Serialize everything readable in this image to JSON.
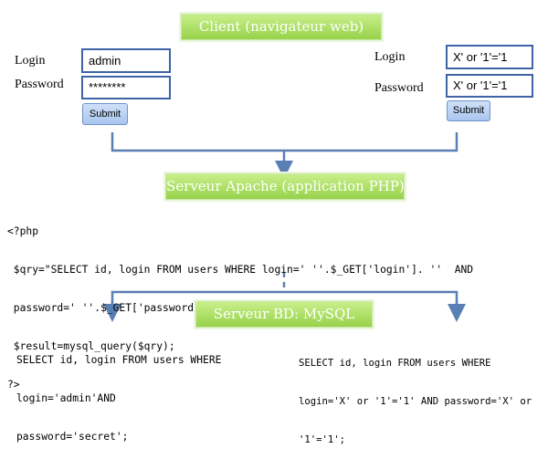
{
  "client": {
    "title": "Client (navigateur web)",
    "left_form": {
      "login_label": "Login",
      "password_label": "Password",
      "login_value": "admin",
      "password_value": "********",
      "submit_label": "Submit"
    },
    "right_form": {
      "login_label": "Login",
      "password_label": "Password",
      "login_value": "X' or '1'='1",
      "password_value": "X' or '1'='1",
      "submit_label": "Submit"
    }
  },
  "server": {
    "title": "Serveur Apache (application PHP)",
    "code_lines": [
      "<?php",
      " $qry=\"SELECT id, login FROM users WHERE login=' ''.$_GET['login']. ''  AND",
      " password=' ''.$_GET['password'])).\" ' \";",
      " $result=mysql_query($qry);",
      "?>"
    ]
  },
  "database": {
    "title": "Serveur BD: MySQL",
    "left_query": [
      "SELECT id, login FROM users WHERE",
      "login='admin'AND",
      "password='secret';"
    ],
    "right_query": [
      "SELECT id, login FROM users WHERE",
      "login='X' or '1'='1' AND password='X' or",
      "'1'='1';"
    ]
  },
  "colors": {
    "banner_green": "#97d24a",
    "field_border": "#3e63a6",
    "arrow_blue": "#5a7fb5",
    "button_blue": "#a9c6ef"
  }
}
